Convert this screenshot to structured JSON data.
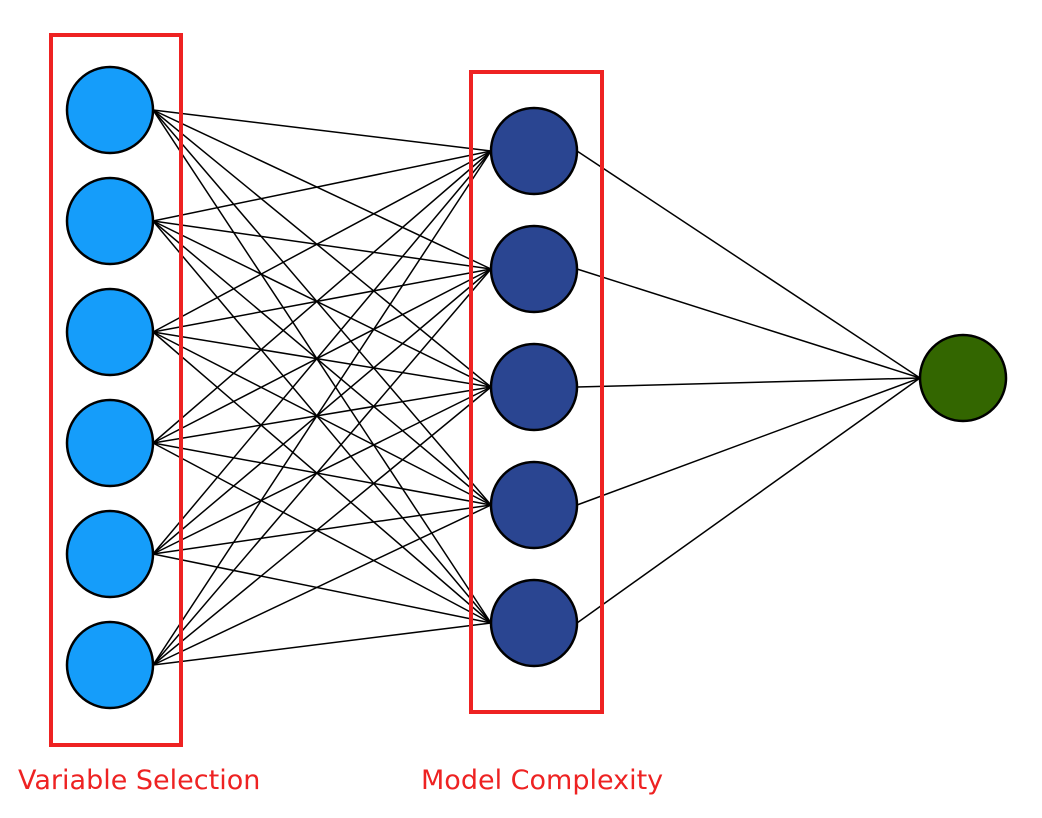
{
  "diagram": {
    "layers": [
      {
        "name": "input",
        "count": 6,
        "color": "#159dfa"
      },
      {
        "name": "hidden",
        "count": 5,
        "color": "#2a4591"
      },
      {
        "name": "output",
        "count": 1,
        "color": "#336600"
      }
    ],
    "connections": "fully-connected",
    "edge_color": "#000000",
    "node_border_color": "#000000"
  },
  "annotations": {
    "input_box": {
      "label": "Variable Selection",
      "color": "#ee2222"
    },
    "hidden_box": {
      "label": "Model Complexity",
      "color": "#ee2222"
    }
  }
}
